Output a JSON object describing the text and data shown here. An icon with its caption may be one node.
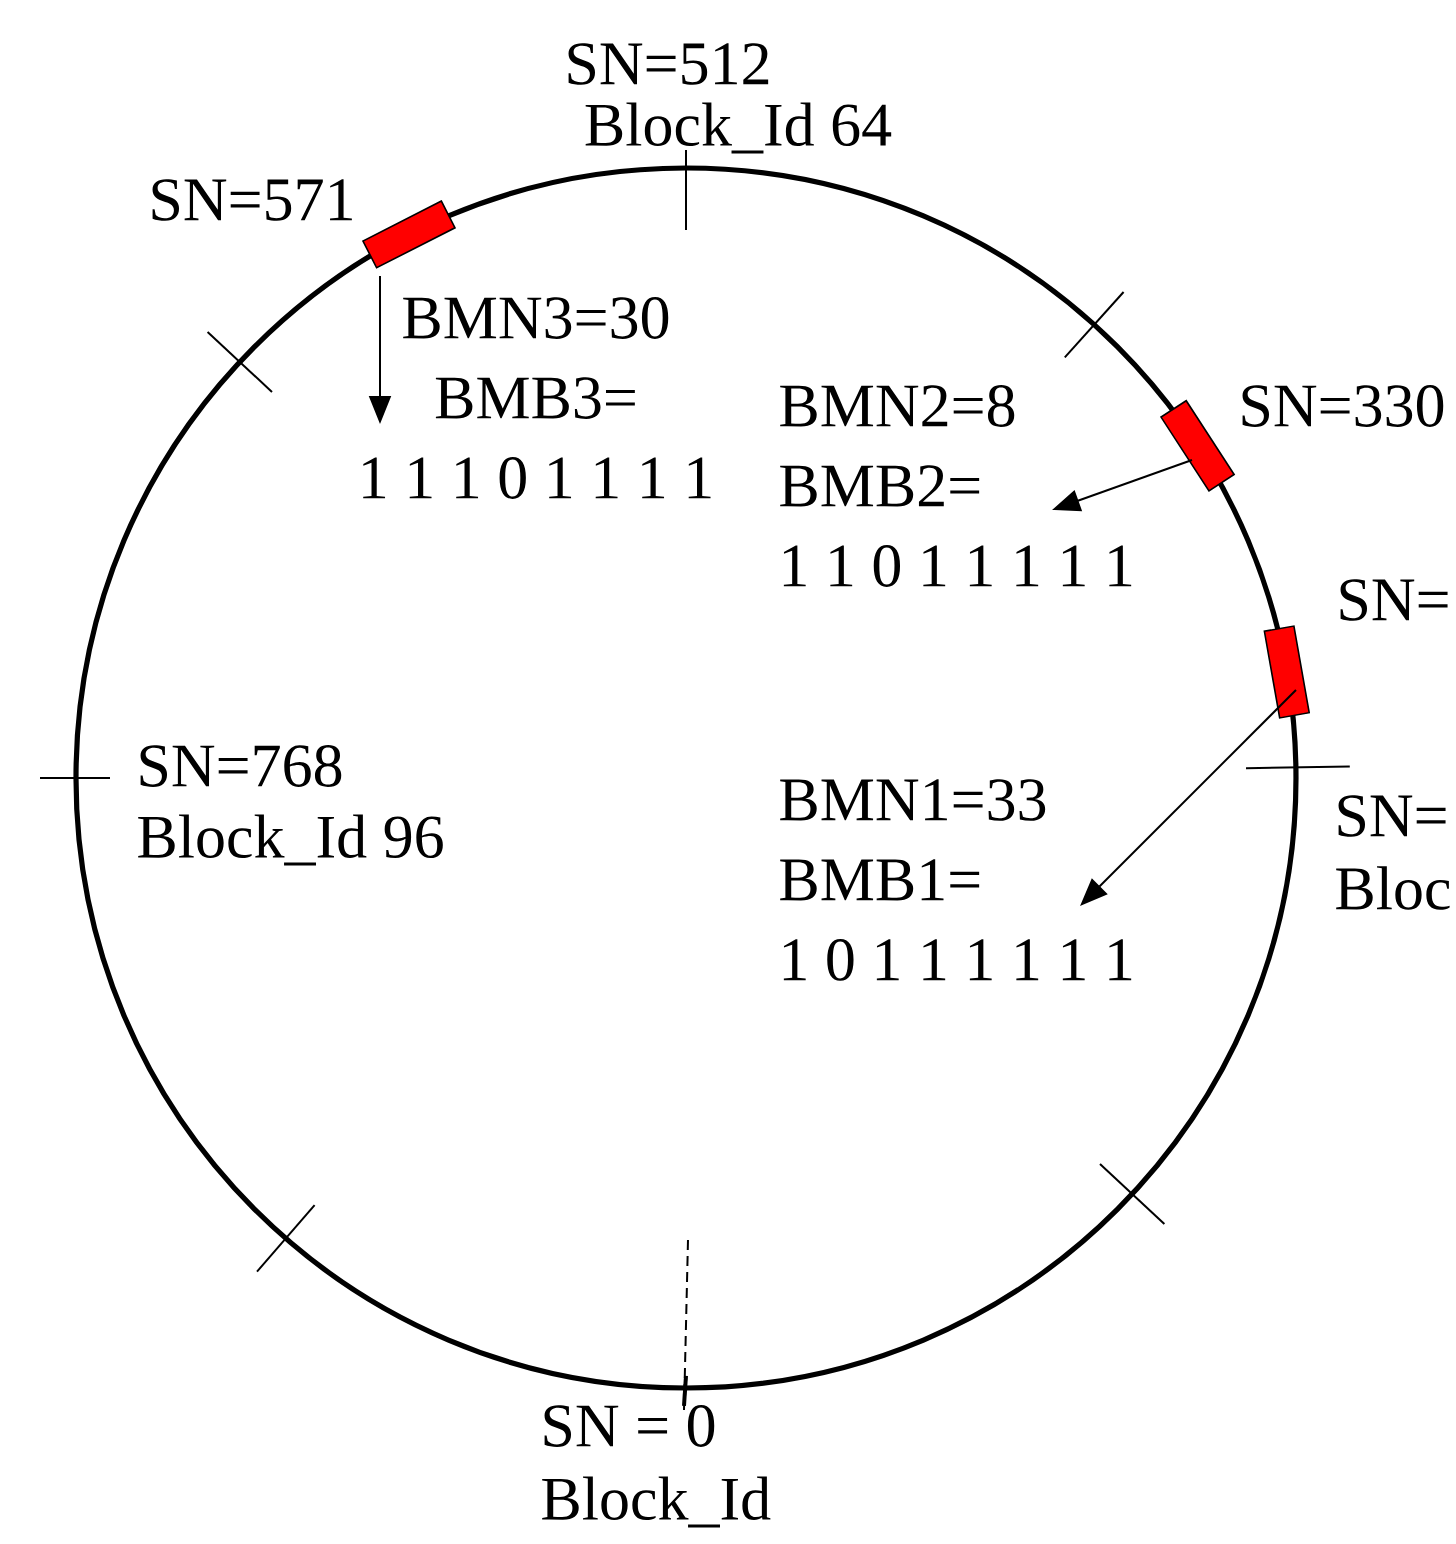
{
  "diagram": {
    "nodes": [
      {
        "text": [],
        "shape": "box",
        "beside": [
          "SN=571"
        ]
      },
      {
        "text": [
          "BMN3=30",
          "BMB3=",
          "1 1 1 0 1 1 1 1"
        ]
      },
      {
        "text": [],
        "shape": "box",
        "beside": [
          "SN=330"
        ]
      },
      {
        "text": [
          "BMN2=8",
          "BMB2=",
          "1 1 0 1 1 1 1 1"
        ]
      },
      {
        "text": [],
        "shape": "box",
        "beside": [
          "SN="
        ]
      },
      {
        "text": [
          "BMN1=33",
          "BMB1=",
          "1 0 1 1 1 1 1 1"
        ]
      }
    ],
    "edges": [
      {
        "from": 0,
        "to": 1,
        "arrow": "to"
      },
      {
        "from": 2,
        "to": 3,
        "arrow": "to"
      },
      {
        "from": 4,
        "to": 5,
        "arrow": "to"
      }
    ],
    "labels": [
      "SN=512",
      "Block_Id 64",
      "SN=768",
      "Block_Id 96",
      "SN=",
      "Bloc",
      "SN = 0",
      "Block_Id"
    ]
  }
}
